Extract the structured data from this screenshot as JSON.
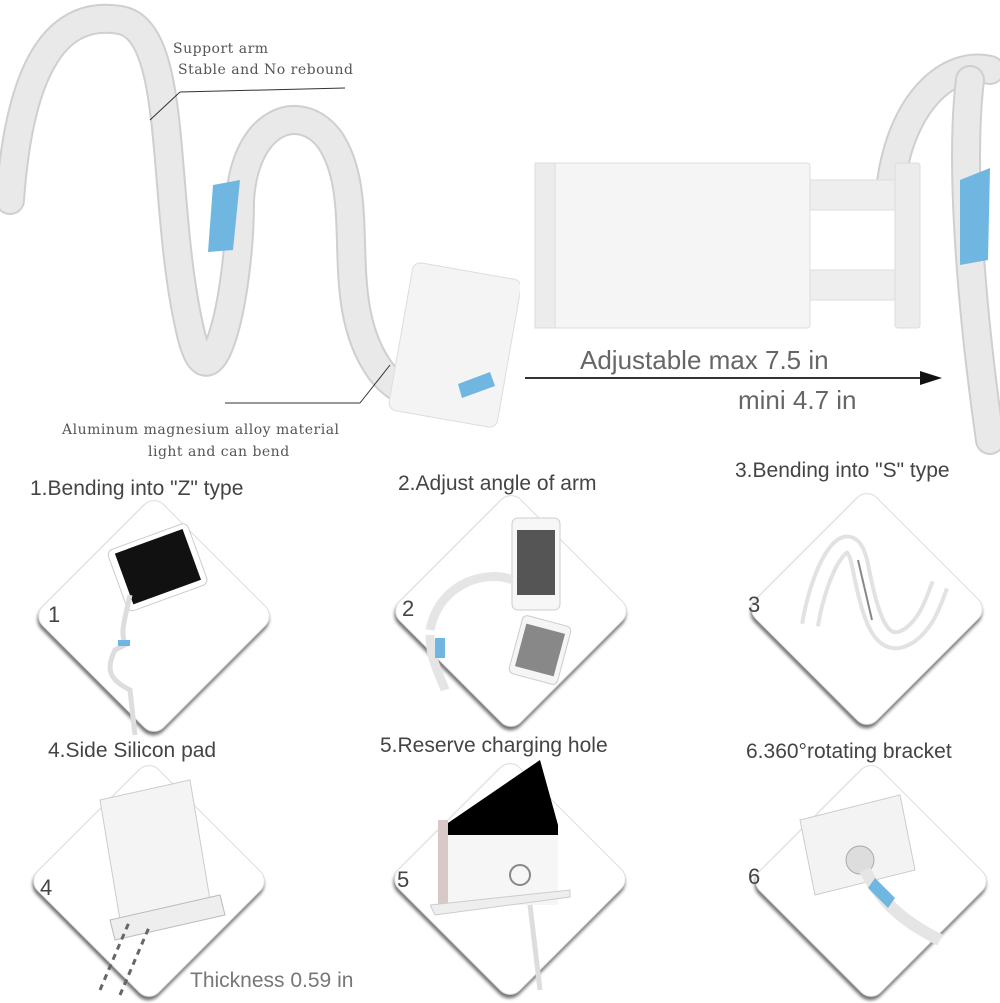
{
  "hero": {
    "callouts": {
      "support_arm_title": "Support arm",
      "support_arm_desc": "Stable and No rebound",
      "material_title": "Aluminum magnesium alloy material",
      "material_desc": "light and can bend"
    },
    "adjustable": {
      "max_label": "Adjustable max 7.5 in",
      "min_label": "mini 4.7 in"
    }
  },
  "features": [
    {
      "number": "1",
      "caption": "1.Bending into \"Z\" type"
    },
    {
      "number": "2",
      "caption": "2.Adjust angle of arm"
    },
    {
      "number": "3",
      "caption": "3.Bending into \"S\" type"
    },
    {
      "number": "4",
      "caption": "4.Side Silicon pad"
    },
    {
      "number": "5",
      "caption": "5.Reserve charging hole"
    },
    {
      "number": "6",
      "caption": "6.360°rotating bracket"
    }
  ],
  "thickness_label": "Thickness 0.59 in",
  "colors": {
    "accent_blue": "#6fb7e0",
    "product_white": "#f2f2f2",
    "text_gray": "#555555"
  }
}
